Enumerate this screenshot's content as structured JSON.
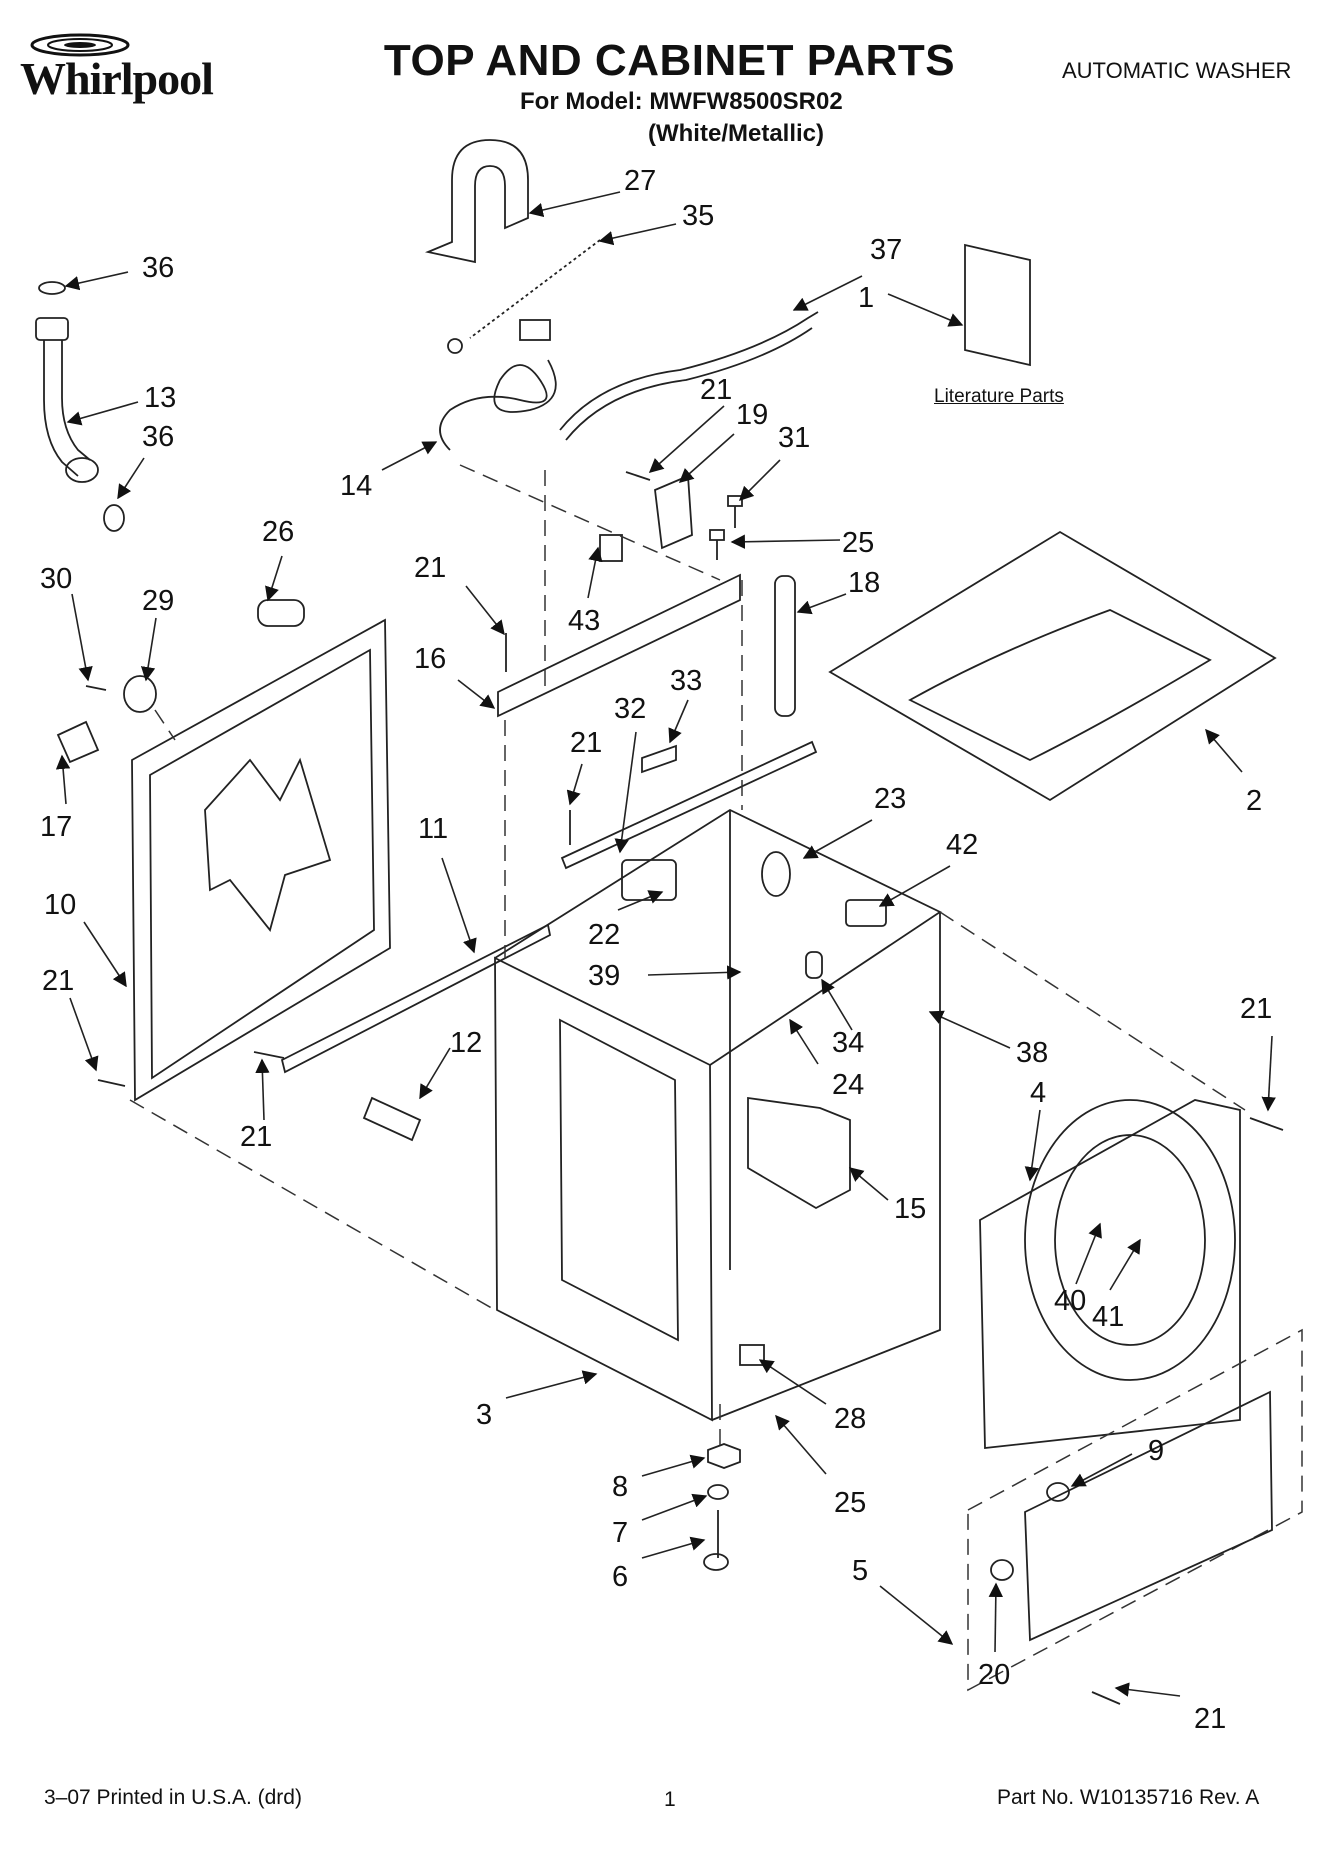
{
  "header": {
    "brand": "Whirlpool",
    "title": "TOP AND CABINET PARTS",
    "model_line": "For Model: MWFW8500SR02",
    "variant": "(White/Metallic)",
    "product": "AUTOMATIC WASHER"
  },
  "literature_label": "Literature Parts",
  "footer": {
    "printed": "3–07 Printed in U.S.A. (drd)",
    "page": "1",
    "part_no": "Part No. W10135716 Rev. A"
  },
  "callouts": [
    {
      "id": "c27",
      "text": "27"
    },
    {
      "id": "c35",
      "text": "35"
    },
    {
      "id": "c36a",
      "text": "36"
    },
    {
      "id": "c37",
      "text": "37"
    },
    {
      "id": "c1",
      "text": "1"
    },
    {
      "id": "c13",
      "text": "13"
    },
    {
      "id": "c36b",
      "text": "36"
    },
    {
      "id": "c21a",
      "text": "21"
    },
    {
      "id": "c19",
      "text": "19"
    },
    {
      "id": "c31",
      "text": "31"
    },
    {
      "id": "c14",
      "text": "14"
    },
    {
      "id": "c26",
      "text": "26"
    },
    {
      "id": "c25a",
      "text": "25"
    },
    {
      "id": "c30",
      "text": "30"
    },
    {
      "id": "c29",
      "text": "29"
    },
    {
      "id": "c21b",
      "text": "21"
    },
    {
      "id": "c18",
      "text": "18"
    },
    {
      "id": "c16",
      "text": "16"
    },
    {
      "id": "c43",
      "text": "43"
    },
    {
      "id": "c33",
      "text": "33"
    },
    {
      "id": "c32",
      "text": "32"
    },
    {
      "id": "c21c",
      "text": "21"
    },
    {
      "id": "c17",
      "text": "17"
    },
    {
      "id": "c2",
      "text": "2"
    },
    {
      "id": "c11",
      "text": "11"
    },
    {
      "id": "c23",
      "text": "23"
    },
    {
      "id": "c42",
      "text": "42"
    },
    {
      "id": "c10",
      "text": "10"
    },
    {
      "id": "c22",
      "text": "22"
    },
    {
      "id": "c39",
      "text": "39"
    },
    {
      "id": "c21d",
      "text": "21"
    },
    {
      "id": "c21e",
      "text": "21"
    },
    {
      "id": "c34",
      "text": "34"
    },
    {
      "id": "c12",
      "text": "12"
    },
    {
      "id": "c38",
      "text": "38"
    },
    {
      "id": "c24",
      "text": "24"
    },
    {
      "id": "c4",
      "text": "4"
    },
    {
      "id": "c21f",
      "text": "21"
    },
    {
      "id": "c15",
      "text": "15"
    },
    {
      "id": "c40",
      "text": "40"
    },
    {
      "id": "c41",
      "text": "41"
    },
    {
      "id": "c3",
      "text": "3"
    },
    {
      "id": "c28",
      "text": "28"
    },
    {
      "id": "c9",
      "text": "9"
    },
    {
      "id": "c8",
      "text": "8"
    },
    {
      "id": "c25b",
      "text": "25"
    },
    {
      "id": "c7",
      "text": "7"
    },
    {
      "id": "c6",
      "text": "6"
    },
    {
      "id": "c5",
      "text": "5"
    },
    {
      "id": "c20",
      "text": "20"
    },
    {
      "id": "c21g",
      "text": "21"
    }
  ]
}
